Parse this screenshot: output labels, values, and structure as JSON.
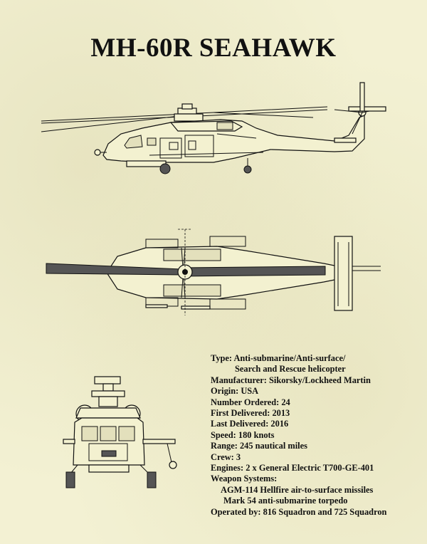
{
  "title": "MH-60R SEAHAWK",
  "specs": {
    "type_line1": "Type: Anti-submarine/Anti-surface/",
    "type_line2": "Search and Rescue helicopter",
    "manufacturer": "Manufacturer:  Sikorsky/Lockheed Martin",
    "origin": "Origin: USA",
    "number_ordered": "Number Ordered: 24",
    "first_delivered": "First Delivered: 2013",
    "last_delivered": "Last Delivered: 2016",
    "speed": "Speed: 180 knots",
    "range": "Range: 245 nautical miles",
    "crew": "Crew: 3",
    "engines": "Engines: 2 x General Electric T700-GE-401",
    "weapon_systems": "Weapon Systems:",
    "weapon_1": "AGM-114 Hellfire air-to-surface missiles",
    "weapon_2": "Mark 54 anti-submarine torpedo",
    "operated_by": "Operated by: 816 Squadron and 725 Squadron"
  },
  "colors": {
    "paper": "#f3f1d3",
    "ink": "#111111",
    "rotor_shade": "#555555"
  }
}
